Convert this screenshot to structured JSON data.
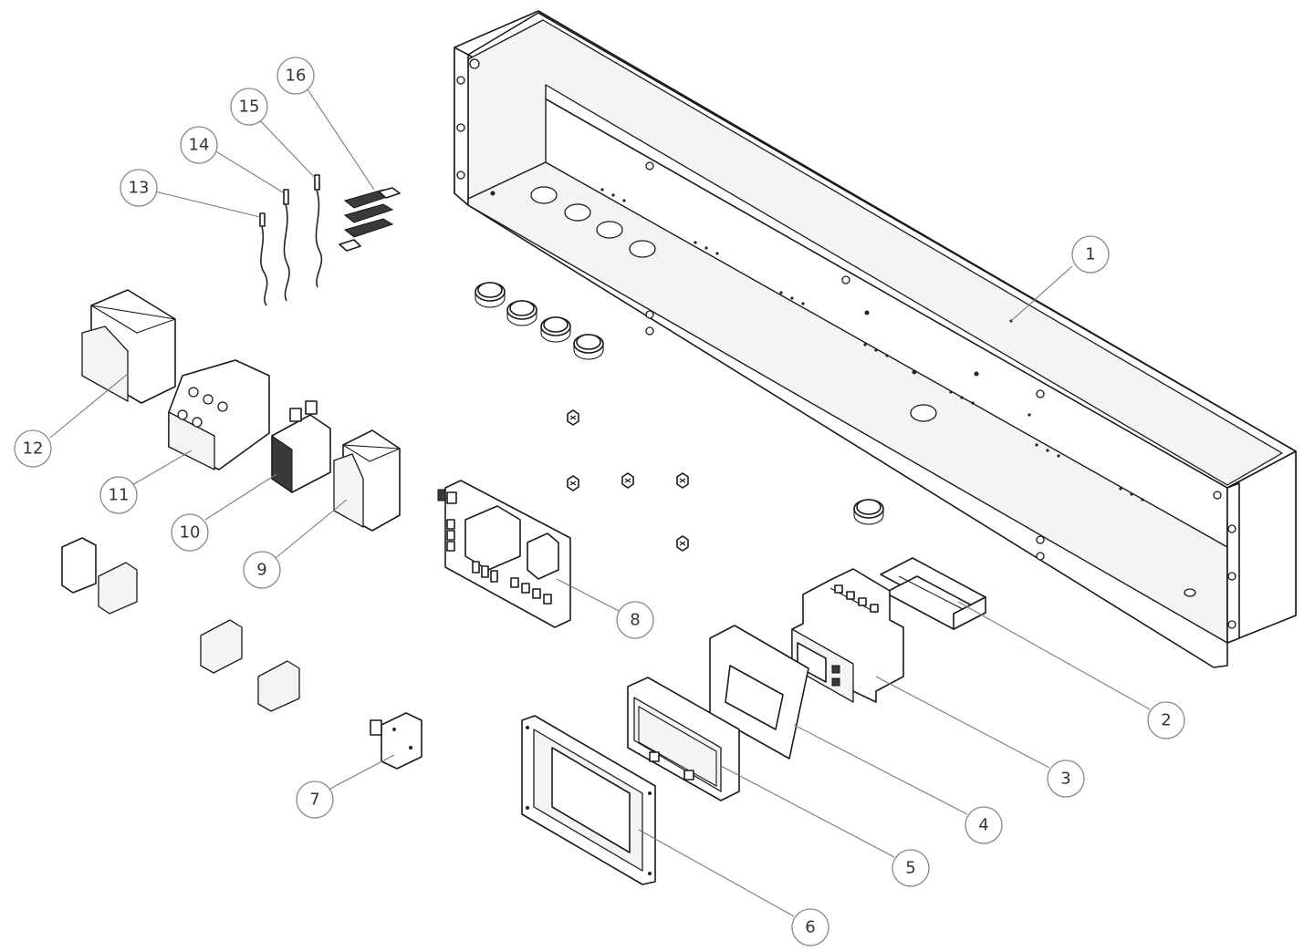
{
  "callouts": [
    {
      "label": "1"
    },
    {
      "label": "2"
    },
    {
      "label": "3"
    },
    {
      "label": "4"
    },
    {
      "label": "5"
    },
    {
      "label": "6"
    },
    {
      "label": "7"
    },
    {
      "label": "8"
    },
    {
      "label": "9"
    },
    {
      "label": "10"
    },
    {
      "label": "11"
    },
    {
      "label": "12"
    },
    {
      "label": "13"
    },
    {
      "label": "14"
    },
    {
      "label": "15"
    },
    {
      "label": "16"
    }
  ],
  "colors": {
    "line": "#1a1a1a",
    "leader": "#7a7a7a",
    "background": "#ffffff"
  }
}
